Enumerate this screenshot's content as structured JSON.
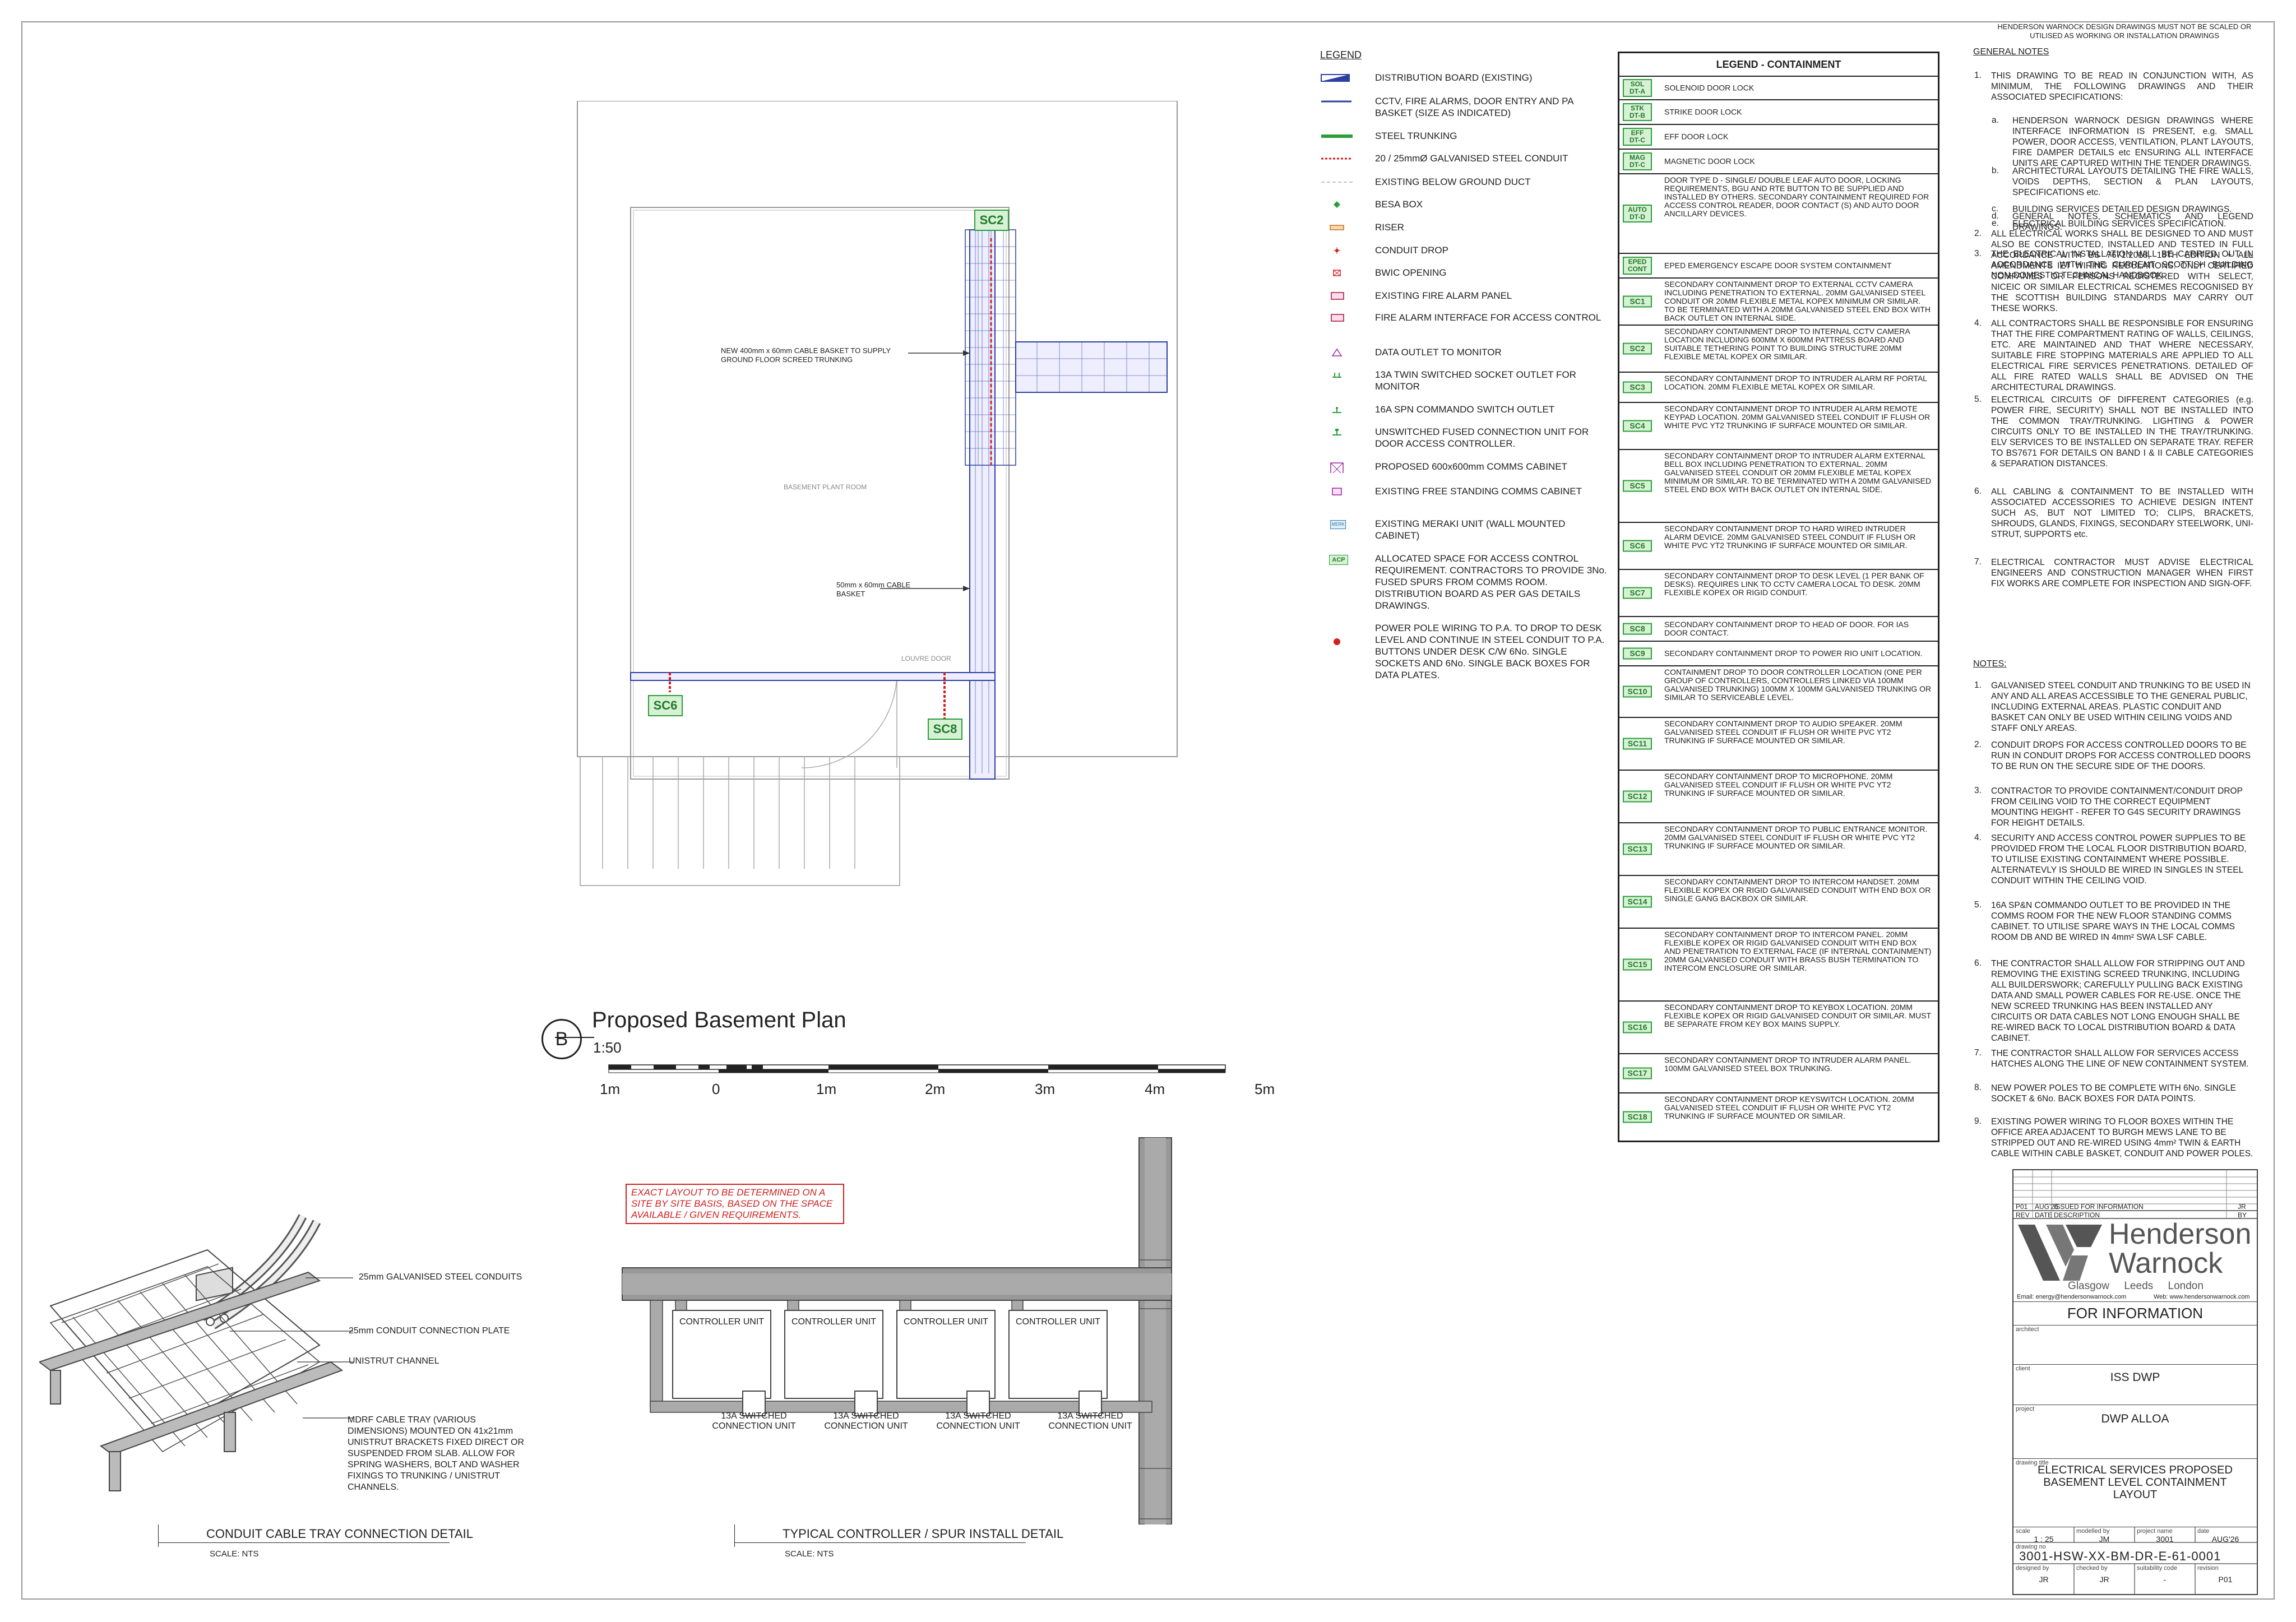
{
  "top_disclaimer": "HENDERSON WARNOCK DESIGN DRAWINGS MUST NOT BE SCALED OR UTILISED AS WORKING OR INSTALLATION DRAWINGS",
  "legend": {
    "title": "LEGEND",
    "items": [
      {
        "symbol": "db-icon",
        "text": "DISTRIBUTION BOARD (EXISTING)"
      },
      {
        "symbol": "basket-icon",
        "text": "CCTV, FIRE ALARMS, DOOR ENTRY AND PA BASKET (SIZE AS INDICATED)"
      },
      {
        "symbol": "trunking-icon",
        "text": "STEEL TRUNKING"
      },
      {
        "symbol": "conduit-icon",
        "text": "20 / 25mmØ GALVANISED STEEL CONDUIT"
      },
      {
        "symbol": "duct-icon",
        "text": "EXISTING BELOW GROUND DUCT"
      },
      {
        "symbol": "besa-icon",
        "text": "BESA BOX"
      },
      {
        "symbol": "riser-icon",
        "text": "RISER"
      },
      {
        "symbol": "drop-icon",
        "text": "CONDUIT DROP"
      },
      {
        "symbol": "bwic-icon",
        "text": "BWIC OPENING"
      },
      {
        "symbol": "fap-icon",
        "text": "EXISTING FIRE ALARM PANEL"
      },
      {
        "symbol": "fai-icon",
        "text": "FIRE ALARM INTERFACE FOR ACCESS CONTROL"
      },
      {
        "symbol": "data-icon",
        "text": "DATA OUTLET TO MONITOR"
      },
      {
        "symbol": "socket-icon",
        "text": "13A TWIN SWITCHED SOCKET OUTLET FOR MONITOR"
      },
      {
        "symbol": "commando-icon",
        "text": "16A SPN COMMANDO SWITCH OUTLET"
      },
      {
        "symbol": "fcu-icon",
        "text": "UNSWITCHED FUSED CONNECTION UNIT FOR DOOR ACCESS CONTROLLER."
      },
      {
        "symbol": "cabinet-icon",
        "text": "PROPOSED 600x600mm COMMS CABINET"
      },
      {
        "symbol": "ex-cabinet-icon",
        "text": "EXISTING FREE STANDING COMMS CABINET"
      },
      {
        "symbol": "meraki-icon",
        "text": "EXISTING MERAKI UNIT (WALL MOUNTED CABINET)"
      },
      {
        "symbol": "acp-icon",
        "text": "ALLOCATED SPACE FOR ACCESS CONTROL REQUIREMENT. CONTRACTORS TO PROVIDE 3No. FUSED SPURS FROM COMMS ROOM. DISTRIBUTION BOARD AS PER GAS DETAILS DRAWINGS."
      },
      {
        "symbol": "pole-icon",
        "text": "POWER POLE WIRING TO P.A. TO DROP TO DESK LEVEL AND CONTINUE IN STEEL CONDUIT TO P.A. BUTTONS UNDER DESK C/W 6No. SINGLE SOCKETS AND 6No. SINGLE BACK BOXES FOR DATA PLATES."
      }
    ],
    "acp_code": "ACP",
    "meraki_code": "MERK"
  },
  "containment": {
    "title": "LEGEND - CONTAINMENT",
    "rows": [
      {
        "code": "SOL DT-A",
        "text": "SOLENOID DOOR LOCK"
      },
      {
        "code": "STK DT-B",
        "text": "STRIKE DOOR LOCK"
      },
      {
        "code": "EFF DT-C",
        "text": "EFF DOOR LOCK"
      },
      {
        "code": "MAG DT-C",
        "text": "MAGNETIC DOOR LOCK"
      },
      {
        "code": "AUTO DT-D",
        "text": "DOOR TYPE D - SINGLE/ DOUBLE LEAF AUTO DOOR, LOCKING REQUIREMENTS, BGU AND RTE BUTTON TO BE SUPPLIED AND INSTALLED BY OTHERS. SECONDARY CONTAINMENT REQUIRED FOR ACCESS CONTROL READER, DOOR CONTACT (S) AND AUTO DOOR ANCILLARY DEVICES."
      },
      {
        "code": "EPED CONT",
        "text": "EPED EMERGENCY ESCAPE DOOR SYSTEM CONTAINMENT"
      },
      {
        "code": "SC1",
        "text": "SECONDARY CONTAINMENT DROP TO EXTERNAL CCTV CAMERA INCLUDING PENETRATION TO EXTERNAL. 20MM GALVANISED STEEL CONDUIT OR 20MM FLEXIBLE METAL KOPEX MINIMUM OR SIMILAR. TO BE TERMINATED WITH A 20MM GALVANISED STEEL END BOX WITH BACK OUTLET ON INTERNAL SIDE."
      },
      {
        "code": "SC2",
        "text": "SECONDARY CONTAINMENT DROP TO INTERNAL CCTV CAMERA LOCATION INCLUDING 600MM X 600MM PATTRESS BOARD AND SUITABLE TETHERING POINT TO BUILDING STRUCTURE 20MM FLEXIBLE METAL KOPEX OR SIMILAR."
      },
      {
        "code": "SC3",
        "text": "SECONDARY CONTAINMENT DROP TO INTRUDER ALARM RF PORTAL LOCATION. 20MM FLEXIBLE METAL KOPEX OR SIMILAR."
      },
      {
        "code": "SC4",
        "text": "SECONDARY CONTAINMENT DROP TO INTRUDER ALARM REMOTE KEYPAD LOCATION. 20MM GALVANISED STEEL CONDUIT IF FLUSH OR WHITE PVC YT2 TRUNKING IF SURFACE MOUNTED OR SIMILAR."
      },
      {
        "code": "SC5",
        "text": "SECONDARY CONTAINMENT DROP TO INTRUDER ALARM EXTERNAL BELL BOX INCLUDING PENETRATION TO EXTERNAL. 20MM GALVANISED STEEL CONDUIT OR 20MM FLEXIBLE METAL KOPEX MINIMUM OR SIMILAR. TO BE TERMINATED WITH A 20MM GALVANISED STEEL END BOX WITH BACK OUTLET ON INTERNAL SIDE."
      },
      {
        "code": "SC6",
        "text": "SECONDARY CONTAINMENT DROP TO HARD WIRED INTRUDER ALARM DEVICE. 20MM GALVANISED STEEL CONDUIT IF FLUSH OR WHITE PVC YT2 TRUNKING IF SURFACE MOUNTED OR SIMILAR."
      },
      {
        "code": "SC7",
        "text": "SECONDARY CONTAINMENT DROP TO DESK LEVEL (1 PER BANK OF DESKS). REQUIRES LINK TO CCTV CAMERA LOCAL TO DESK. 20MM FLEXIBLE KOPEX OR RIGID CONDUIT."
      },
      {
        "code": "SC8",
        "text": "SECONDARY CONTAINMENT DROP TO HEAD OF DOOR. FOR IAS DOOR CONTACT."
      },
      {
        "code": "SC9",
        "text": "SECONDARY CONTAINMENT DROP TO POWER RIO UNIT LOCATION."
      },
      {
        "code": "SC10",
        "text": "CONTAINMENT DROP TO DOOR CONTROLLER LOCATION (ONE PER GROUP OF CONTROLLERS, CONTROLLERS LINKED VIA 100MM GALVANISED TRUNKING) 100MM X 100MM GALVANISED TRUNKING OR SIMILAR TO SERVICEABLE LEVEL."
      },
      {
        "code": "SC11",
        "text": "SECONDARY CONTAINMENT DROP TO AUDIO SPEAKER. 20MM GALVANISED STEEL CONDUIT IF FLUSH OR WHITE PVC YT2 TRUNKING IF SURFACE MOUNTED OR SIMILAR."
      },
      {
        "code": "SC12",
        "text": "SECONDARY CONTAINMENT DROP TO MICROPHONE. 20MM GALVANISED STEEL CONDUIT IF FLUSH OR WHITE PVC YT2 TRUNKING IF SURFACE MOUNTED OR SIMILAR."
      },
      {
        "code": "SC13",
        "text": "SECONDARY CONTAINMENT DROP TO PUBLIC ENTRANCE MONITOR. 20MM GALVANISED STEEL CONDUIT IF FLUSH OR WHITE PVC YT2 TRUNKING IF SURFACE MOUNTED OR SIMILAR."
      },
      {
        "code": "SC14",
        "text": "SECONDARY CONTAINMENT DROP TO INTERCOM HANDSET. 20MM FLEXIBLE KOPEX OR RIGID GALVANISED CONDUIT WITH END BOX OR SINGLE GANG BACKBOX OR SIMILAR."
      },
      {
        "code": "SC15",
        "text": "SECONDARY CONTAINMENT DROP TO INTERCOM PANEL. 20MM FLEXIBLE KOPEX OR RIGID GALVANISED CONDUIT WITH END BOX AND PENETRATION TO EXTERNAL FACE (IF INTERNAL CONTAINMENT) 20MM GALVANISED CONDUIT WITH BRASS BUSH TERMINATION TO INTERCOM ENCLOSURE OR SIMILAR."
      },
      {
        "code": "SC16",
        "text": "SECONDARY CONTAINMENT DROP TO KEYBOX LOCATION. 20MM FLEXIBLE KOPEX OR RIGID GALVANISED CONDUIT OR SIMILAR. MUST BE SEPARATE FROM KEY BOX MAINS SUPPLY."
      },
      {
        "code": "SC17",
        "text": "SECONDARY CONTAINMENT DROP TO INTRUDER ALARM PANEL. 100MM GALVANISED STEEL BOX TRUNKING."
      },
      {
        "code": "SC18",
        "text": "SECONDARY CONTAINMENT DROP KEYSWITCH LOCATION. 20MM GALVANISED STEEL CONDUIT IF FLUSH OR WHITE PVC YT2 TRUNKING IF SURFACE MOUNTED OR SIMILAR."
      }
    ]
  },
  "general_notes": {
    "title": "GENERAL NOTES",
    "items": [
      {
        "n": "1.",
        "text": "THIS DRAWING TO BE READ IN CONJUNCTION WITH, AS MINIMUM, THE FOLLOWING DRAWINGS AND THEIR ASSOCIATED SPECIFICATIONS:"
      },
      {
        "n": "a.",
        "text": "HENDERSON WARNOCK DESIGN DRAWINGS WHERE INTERFACE INFORMATION IS PRESENT, e.g. SMALL POWER, DOOR ACCESS, VENTILATION, PLANT LAYOUTS, FIRE DAMPER DETAILS etc ENSURING ALL INTERFACE UNITS ARE CAPTURED WITHIN THE TENDER DRAWINGS."
      },
      {
        "n": "b.",
        "text": "ARCHITECTURAL LAYOUTS DETAILING THE FIRE WALLS, VOIDS DEPTHS, SECTION & PLAN LAYOUTS, SPECIFICATIONS etc."
      },
      {
        "n": "c.",
        "text": "BUILDING SERVICES DETAILED DESIGN DRAWINGS."
      },
      {
        "n": "d.",
        "text": "GENERAL NOTES, SCHEMATICS AND LEGEND DRAWINGS."
      },
      {
        "n": "e.",
        "text": "ELECTRICAL BUILDING SERVICES SPECIFICATION."
      },
      {
        "n": "2.",
        "text": "ALL ELECTRICAL WORKS SHALL BE DESIGNED TO AND MUST ALSO BE CONSTRUCTED, INSTALLED AND TESTED IN FULL ACCORDANCE WITH BS 7671:2018, 18TH EDITION + ALL AMENDMENTS IET WIRING REGULATIONS. ONLY CERTIFIED COMPANIES OR PERSONS REGISTERED WITH SELECT, NICEIC OR SIMILAR ELECTRICAL SCHEMES RECOGNISED BY THE SCOTTISH BUILDING STANDARDS MAY CARRY OUT THESE WORKS."
      },
      {
        "n": "3.",
        "text": "THE ELECTRICAL INSTALLATION WILL BE CARRIED OUT IN ACCORDANCE WITH THE CURRENT SCOTTISH BUILDING NON-DOMESTIC TECHNICAL HANDBOOK."
      },
      {
        "n": "4.",
        "text": "ALL CONTRACTORS SHALL BE RESPONSIBLE FOR ENSURING THAT THE FIRE COMPARTMENT RATING OF WALLS, CEILINGS, ETC. ARE MAINTAINED AND THAT WHERE NECESSARY, SUITABLE FIRE STOPPING MATERIALS ARE APPLIED TO ALL ELECTRICAL FIRE SERVICES PENETRATIONS. DETAILED OF ALL FIRE RATED WALLS SHALL BE ADVISED ON THE ARCHITECTURAL DRAWINGS."
      },
      {
        "n": "5.",
        "text": "ELECTRICAL CIRCUITS OF DIFFERENT CATEGORIES (e.g. POWER FIRE, SECURITY) SHALL NOT BE INSTALLED INTO THE COMMON TRAY/TRUNKING. LIGHTING & POWER CIRCUITS ONLY TO BE INSTALLED IN THE TRAY/TRUNKING. ELV SERVICES TO BE INSTALLED ON SEPARATE TRAY. REFER TO BS7671 FOR DETAILS ON BAND I & II CABLE CATEGORIES & SEPARATION DISTANCES."
      },
      {
        "n": "6.",
        "text": "ALL CABLING & CONTAINMENT TO BE INSTALLED WITH ASSOCIATED ACCESSORIES TO ACHIEVE DESIGN INTENT SUCH AS, BUT NOT LIMITED TO; CLIPS, BRACKETS, SHROUDS, GLANDS, FIXINGS, SECONDARY STEELWORK, UNI-STRUT, SUPPORTS etc."
      },
      {
        "n": "7.",
        "text": "ELECTRICAL CONTRACTOR MUST ADVISE ELECTRICAL ENGINEERS AND CONSTRUCTION MANAGER WHEN FIRST FIX WORKS ARE COMPLETE FOR INSPECTION AND SIGN-OFF."
      }
    ]
  },
  "notes": {
    "title": "NOTES:",
    "items": [
      {
        "n": "1.",
        "text": "GALVANISED STEEL CONDUIT AND TRUNKING TO BE USED IN ANY AND ALL AREAS ACCESSIBLE TO THE GENERAL PUBLIC, INCLUDING EXTERNAL AREAS. PLASTIC CONDUIT AND BASKET CAN ONLY BE USED WITHIN CEILING VOIDS AND STAFF ONLY AREAS."
      },
      {
        "n": "2.",
        "text": "CONDUIT DROPS FOR ACCESS CONTROLLED DOORS TO BE RUN IN CONDUIT DROPS FOR ACCESS CONTROLLED DOORS TO BE RUN ON THE SECURE SIDE OF THE DOORS."
      },
      {
        "n": "3.",
        "text": "CONTRACTOR TO PROVIDE CONTAINMENT/CONDUIT DROP FROM CEILING VOID TO THE CORRECT EQUIPMENT MOUNTING HEIGHT - REFER TO G4S SECURITY DRAWINGS FOR HEIGHT DETAILS."
      },
      {
        "n": "4.",
        "text": "SECURITY AND ACCESS CONTROL POWER SUPPLIES TO BE PROVIDED FROM THE LOCAL FLOOR DISTRIBUTION BOARD, TO UTILISE EXISTING CONTAINMENT WHERE POSSIBLE. ALTERNATEVLY IS SHOULD BE WIRED IN SINGLES IN STEEL CONDUIT WITHIN THE CEILING VOID."
      },
      {
        "n": "5.",
        "text": "16A SP&N COMMANDO OUTLET TO BE PROVIDED IN THE COMMS ROOM FOR THE NEW FLOOR STANDING COMMS CABINET. TO UTILISE SPARE WAYS IN THE LOCAL COMMS ROOM DB AND BE WIRED IN 4mm² SWA LSF CABLE."
      },
      {
        "n": "6.",
        "text": "THE CONTRACTOR SHALL ALLOW FOR STRIPPING OUT AND REMOVING THE EXISTING SCREED TRUNKING, INCLUDING ALL BUILDERSWORK; CAREFULLY PULLING BACK EXISTING DATA AND SMALL POWER CABLES FOR RE-USE. ONCE THE NEW SCREED TRUNKING HAS BEEN INSTALLED ANY CIRCUITS OR DATA CABLES NOT LONG ENOUGH SHALL BE RE-WIRED BACK TO LOCAL DISTRIBUTION BOARD & DATA CABINET."
      },
      {
        "n": "7.",
        "text": "THE CONTRACTOR SHALL ALLOW FOR SERVICES ACCESS HATCHES ALONG THE LINE OF NEW CONTAINMENT SYSTEM."
      },
      {
        "n": "8.",
        "text": "NEW POWER POLES TO BE COMPLETE WITH 6No. SINGLE SOCKET & 6No. BACK BOXES FOR DATA POINTS."
      },
      {
        "n": "9.",
        "text": "EXISTING POWER WIRING TO FLOOR BOXES WITHIN THE OFFICE AREA ADJACENT TO BURGH MEWS LANE TO BE STRIPPED OUT AND RE-WIRED USING 4mm² TWIN & EARTH CABLE WITHIN CABLE BASKET, CONDUIT AND POWER POLES."
      }
    ]
  },
  "plan": {
    "badge": "B",
    "title": "Proposed Basement Plan",
    "scale": "1:50",
    "scale_bar": [
      "1m",
      "0",
      "1m",
      "2m",
      "3m",
      "4m",
      "5m"
    ],
    "room_label": "BASEMENT PLANT ROOM",
    "basket_note_1": "NEW 400mm x 60mm CABLE BASKET TO SUPPLY GROUND FLOOR SCREED TRUNKING",
    "basket_note_2": "50mm x 60mm CABLE BASKET",
    "door_label": "LOUVRE DOOR",
    "tags": [
      "SC2",
      "SC6",
      "SC8"
    ]
  },
  "conduit_detail": {
    "title": "CONDUIT CABLE TRAY CONNECTION DETAIL",
    "scale": "SCALE: NTS",
    "labels": [
      "25mm GALVANISED STEEL CONDUITS",
      "25mm CONDUIT CONNECTION PLATE",
      "UNISTRUT CHANNEL",
      "MDRF CABLE TRAY (VARIOUS DIMENSIONS) MOUNTED ON 41x21mm UNISTRUT BRACKETS FIXED DIRECT OR SUSPENDED FROM SLAB. ALLOW FOR SPRING WASHERS, BOLT AND WASHER FIXINGS TO TRUNKING / UNISTRUT CHANNELS."
    ]
  },
  "controller_detail": {
    "title": "TYPICAL CONTROLLER / SPUR INSTALL DETAIL",
    "scale": "SCALE: NTS",
    "note": "EXACT LAYOUT TO BE DETERMINED ON A SITE BY SITE BASIS, BASED ON THE SPACE AVAILABLE / GIVEN REQUIREMENTS.",
    "unit_label": "CONTROLLER UNIT",
    "spur_label": "13A SWITCHED CONNECTION UNIT"
  },
  "title_block": {
    "rev": "P01",
    "rev_date": "AUG'26",
    "rev_desc": "ISSUED FOR INFORMATION",
    "rev_by": "JR",
    "col_rev": "REV",
    "col_date": "DATE",
    "col_desc": "DESCRIPTION",
    "col_by": "BY",
    "company_line1": "Henderson",
    "company_line2": "Warnock",
    "cities": "Glasgow     Leeds     London",
    "email": "Email: energy@hendersonwarnock.com",
    "web": "Web: www.hendersonwarnock.com",
    "status": "FOR INFORMATION",
    "client_label": "client",
    "client": "ISS DWP",
    "project_label": "project",
    "project": "DWP ALLOA",
    "architect_label": "architect",
    "title_label": "drawing title",
    "drawing_title": "ELECTRICAL SERVICES PROPOSED BASEMENT LEVEL CONTAINMENT LAYOUT",
    "scale_label": "scale",
    "scale": "1 : 25",
    "modelled_label": "modelled by",
    "modelled": "JM",
    "projno_label": "project name",
    "projno": "3001",
    "date_label": "date",
    "date": "AUG'26",
    "drawno_label": "drawing no",
    "drawing_no": "3001-HSW-XX-BM-DR-E-61-0001",
    "designed_label": "designed by",
    "designed": "JR",
    "checked_label": "checked by",
    "checked": "JR",
    "suit_label": "suitability code",
    "suit": "-",
    "revision_label": "revision",
    "revision": "P01"
  },
  "colors": {
    "green": "#2a9d3a",
    "red": "#d02020",
    "blue": "#2a3fa0"
  }
}
